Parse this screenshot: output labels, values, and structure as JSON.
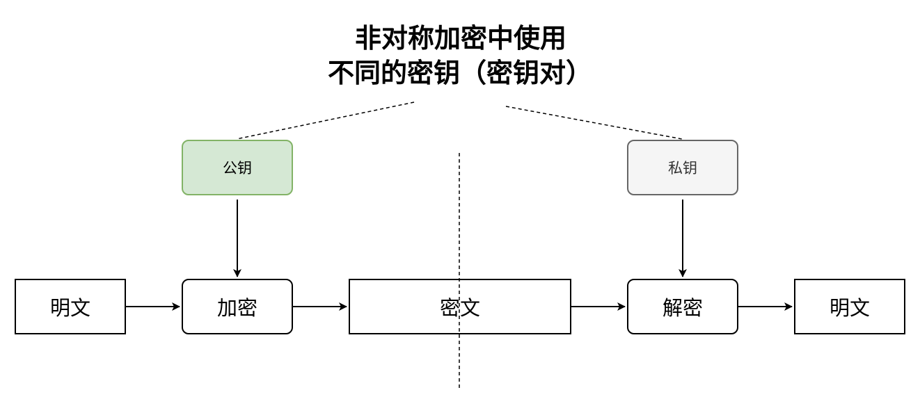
{
  "title": {
    "line1": "非对称加密中使用",
    "line2": "不同的密钥（密钥对）"
  },
  "keys": {
    "public": "公钥",
    "private": "私钥"
  },
  "flow": {
    "plaintext_in": "明文",
    "encrypt": "加密",
    "ciphertext": "密文",
    "decrypt": "解密",
    "plaintext_out": "明文"
  },
  "colors": {
    "public_key_fill": "#d5e8d4",
    "public_key_border": "#82b366",
    "private_key_fill": "#f5f5f5",
    "private_key_border": "#666666"
  }
}
